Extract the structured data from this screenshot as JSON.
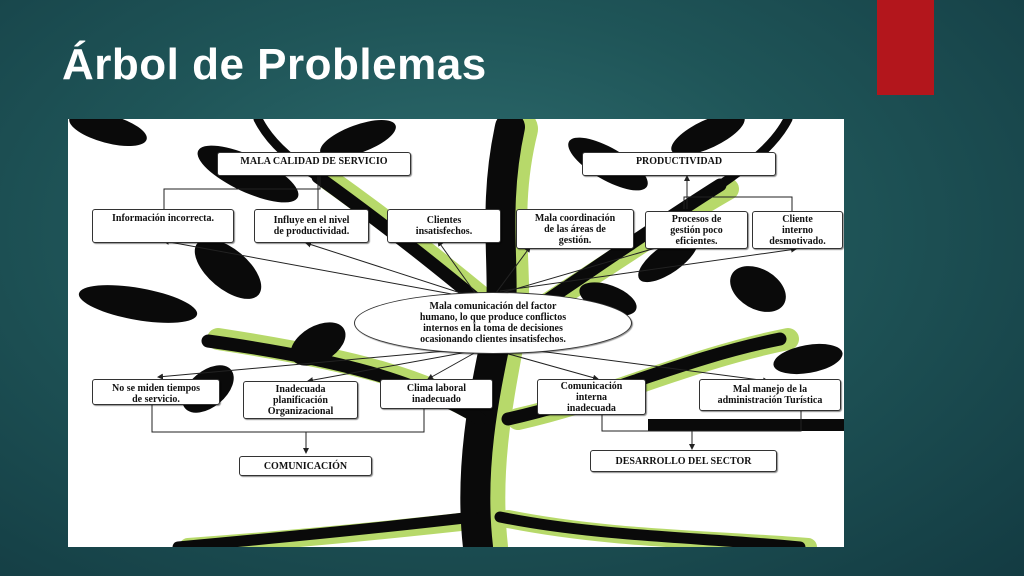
{
  "slide": {
    "title": "Árbol de Problemas",
    "accent_color": "#b3161c"
  },
  "diagram": {
    "central_problem": "Mala comunicación  del factor\nhumano, lo que produce conflictos\ninternos  en la toma de decisiones\nocasionando clientes insatisfechos.",
    "top_effects": {
      "left_main": "MALA CALIDAD DE SERVICIO",
      "right_main": "PRODUCTIVIDAD"
    },
    "effects": [
      "Información  incorrecta.",
      "Influye en el nivel\nde productividad.",
      "Clientes\ninsatisfechos.",
      "Mala coordinación\nde las áreas de\ngestión.",
      "Procesos de\ngestión poco\neficientes.",
      "Cliente\ninterno\ndesmotivado."
    ],
    "causes": [
      "No se miden tiempos\nde servicio.",
      "Inadecuada\nplanificación\nOrganizacional",
      "Clima laboral\ninadecuado",
      "Comunicación\ninterna\ninadecuada",
      "Mal manejo de la\nadministración Turística"
    ],
    "root_causes": {
      "left_main": "COMUNICACIÓN",
      "right_main": "DESARROLLO DEL SECTOR"
    }
  }
}
